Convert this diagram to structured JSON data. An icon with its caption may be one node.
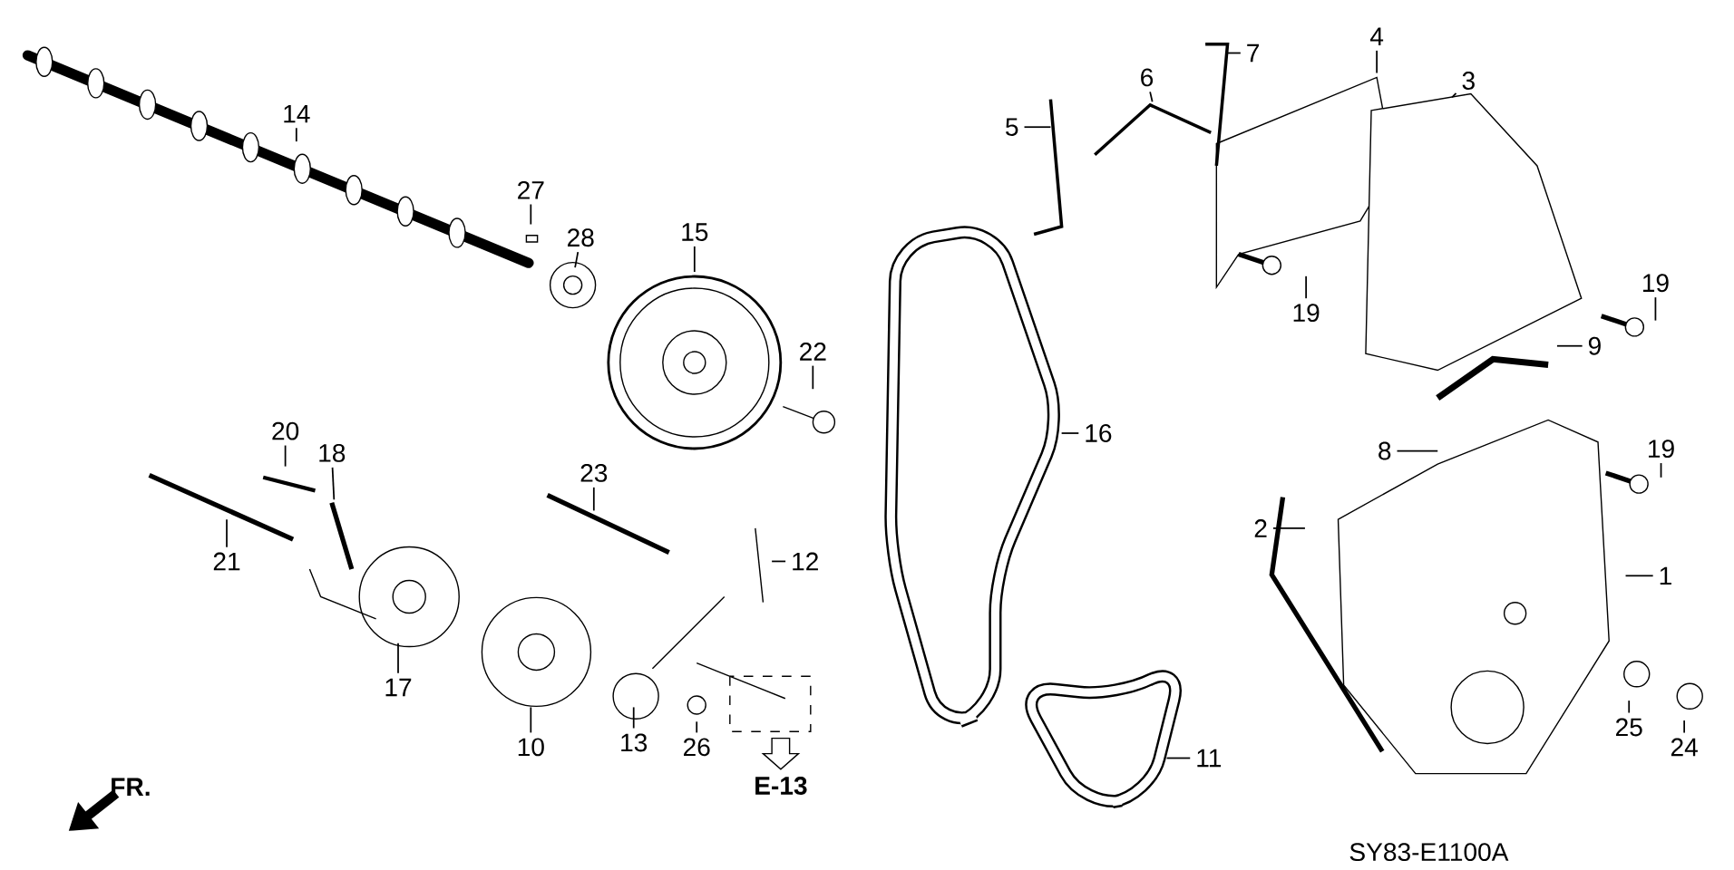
{
  "diagram": {
    "nodes": [
      {
        "text": [
          "14"
        ]
      },
      {
        "text": [
          "27"
        ]
      },
      {
        "text": [
          "28"
        ]
      },
      {
        "text": [
          "15"
        ]
      },
      {
        "text": [
          "22"
        ]
      },
      {
        "text": [
          "20"
        ]
      },
      {
        "text": [
          "18"
        ]
      },
      {
        "text": [
          "21"
        ]
      },
      {
        "text": [
          "23"
        ]
      },
      {
        "text": [
          "12"
        ]
      },
      {
        "text": [
          "17"
        ]
      },
      {
        "text": [
          "10"
        ]
      },
      {
        "text": [
          "13"
        ]
      },
      {
        "text": [
          "26"
        ]
      },
      {
        "text": [
          "16"
        ]
      },
      {
        "text": [
          "11"
        ]
      },
      {
        "text": [
          "5"
        ]
      },
      {
        "text": [
          "6"
        ]
      },
      {
        "text": [
          "7"
        ]
      },
      {
        "text": [
          "4"
        ]
      },
      {
        "text": [
          "3"
        ]
      },
      {
        "text": [
          "19"
        ]
      },
      {
        "text": [
          "19"
        ]
      },
      {
        "text": [
          "9"
        ]
      },
      {
        "text": [
          "8"
        ]
      },
      {
        "text": [
          "19"
        ]
      },
      {
        "text": [
          "2"
        ]
      },
      {
        "text": [
          "1"
        ]
      },
      {
        "text": [
          "25"
        ]
      },
      {
        "text": [
          "24"
        ]
      }
    ],
    "edges": [
      {
        "from": 0,
        "to": null,
        "arrow": "none"
      },
      {
        "from": 1,
        "to": null,
        "arrow": "none"
      },
      {
        "from": 2,
        "to": null,
        "arrow": "none"
      },
      {
        "from": 3,
        "to": null,
        "arrow": "none"
      },
      {
        "from": 4,
        "to": null,
        "arrow": "none"
      },
      {
        "from": 5,
        "to": null,
        "arrow": "none"
      },
      {
        "from": 6,
        "to": null,
        "arrow": "none"
      },
      {
        "from": 7,
        "to": null,
        "arrow": "none"
      },
      {
        "from": 8,
        "to": null,
        "arrow": "none"
      },
      {
        "from": 9,
        "to": null,
        "arrow": "none"
      },
      {
        "from": 10,
        "to": null,
        "arrow": "none"
      },
      {
        "from": 11,
        "to": null,
        "arrow": "none"
      },
      {
        "from": 12,
        "to": null,
        "arrow": "none"
      },
      {
        "from": 13,
        "to": null,
        "arrow": "none"
      },
      {
        "from": 14,
        "to": null,
        "arrow": "none"
      },
      {
        "from": 15,
        "to": null,
        "arrow": "none"
      },
      {
        "from": 16,
        "to": null,
        "arrow": "none"
      },
      {
        "from": 17,
        "to": null,
        "arrow": "none"
      },
      {
        "from": 18,
        "to": null,
        "arrow": "none"
      },
      {
        "from": 19,
        "to": null,
        "arrow": "none"
      },
      {
        "from": 20,
        "to": null,
        "arrow": "none"
      },
      {
        "from": 21,
        "to": null,
        "arrow": "none"
      },
      {
        "from": 22,
        "to": null,
        "arrow": "none"
      },
      {
        "from": 23,
        "to": null,
        "arrow": "none"
      },
      {
        "from": 24,
        "to": null,
        "arrow": "none"
      },
      {
        "from": 25,
        "to": null,
        "arrow": "none"
      },
      {
        "from": 26,
        "to": null,
        "arrow": "none"
      },
      {
        "from": 27,
        "to": null,
        "arrow": "none"
      },
      {
        "from": 28,
        "to": null,
        "arrow": "none"
      },
      {
        "from": 29,
        "to": null,
        "arrow": "none"
      }
    ],
    "labels": [
      "FR.",
      "E-13",
      "SY83-E1100A"
    ]
  }
}
